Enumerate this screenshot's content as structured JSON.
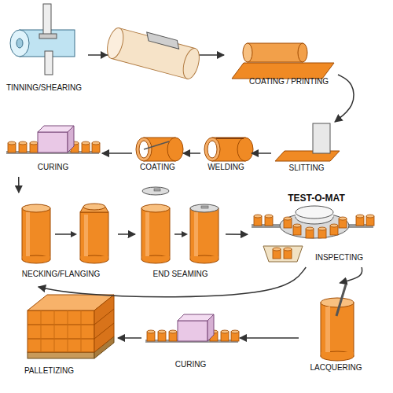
{
  "diagram": {
    "nodes": [
      {
        "text": [
          "TINNING/SHEARING"
        ]
      },
      {
        "text": [
          "COATING / PRINTING"
        ]
      },
      {
        "text": [
          "SLITTING"
        ]
      },
      {
        "text": [
          "WELDING"
        ]
      },
      {
        "text": [
          "COATING"
        ]
      },
      {
        "text": [
          "CURING"
        ]
      },
      {
        "text": [
          "NECKING/FLANGING"
        ]
      },
      {
        "text": [
          "END SEAMING"
        ]
      },
      {
        "text": [
          "TEST-O-MAT",
          "INSPECTING"
        ]
      },
      {
        "text": [
          "LACQUERING"
        ]
      },
      {
        "text": [
          "CURING"
        ]
      },
      {
        "text": [
          "PALLETIZING"
        ]
      }
    ],
    "edges": [
      {
        "from": 0,
        "to": 1,
        "arrow": "to"
      },
      {
        "from": 1,
        "to": 2,
        "arrow": "to"
      },
      {
        "from": 2,
        "to": 3,
        "arrow": "to"
      },
      {
        "from": 3,
        "to": 4,
        "arrow": "to"
      },
      {
        "from": 4,
        "to": 5,
        "arrow": "to"
      },
      {
        "from": 5,
        "to": 6,
        "arrow": "to"
      },
      {
        "from": 6,
        "to": 7,
        "arrow": "to"
      },
      {
        "from": 7,
        "to": 8,
        "arrow": "to"
      },
      {
        "from": 8,
        "to": 9,
        "arrow": "to"
      },
      {
        "from": 9,
        "to": 10,
        "arrow": "to"
      },
      {
        "from": 10,
        "to": 11,
        "arrow": "to"
      },
      {
        "from": 8,
        "to": 11,
        "arrow": "to"
      }
    ]
  }
}
